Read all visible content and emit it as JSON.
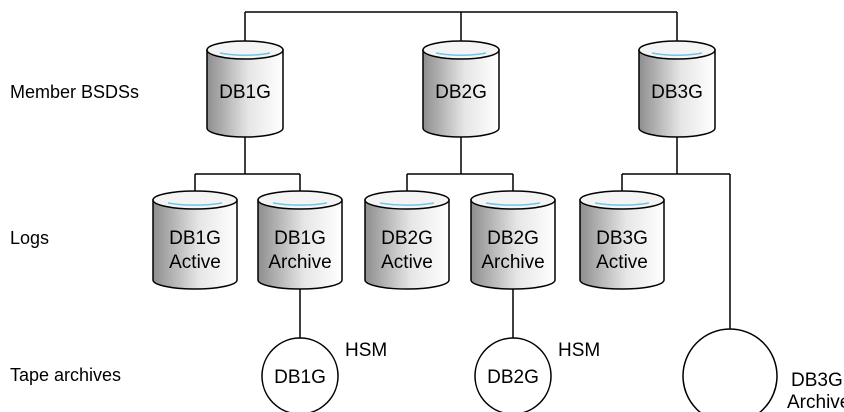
{
  "row_labels": {
    "member_bsds": "Member BSDSs",
    "logs": "Logs",
    "tape_archives": "Tape archives"
  },
  "bsds": [
    {
      "name": "DB1G"
    },
    {
      "name": "DB2G"
    },
    {
      "name": "DB3G"
    }
  ],
  "logs": [
    {
      "line1": "DB1G",
      "line2": "Active"
    },
    {
      "line1": "DB1G",
      "line2": "Archive"
    },
    {
      "line1": "DB2G",
      "line2": "Active"
    },
    {
      "line1": "DB2G",
      "line2": "Archive"
    },
    {
      "line1": "DB3G",
      "line2": "Active"
    }
  ],
  "tapes": [
    {
      "inner": "DB1G",
      "side1": "HSM",
      "side2": ""
    },
    {
      "inner": "DB2G",
      "side1": "HSM",
      "side2": ""
    },
    {
      "inner": "",
      "side1": "DB3G",
      "side2": "Archive"
    }
  ],
  "colors": {
    "cylinder_top": "#f4f4f4",
    "cylinder_body_dark": "#9a9a9a",
    "cylinder_body_light": "#ffffff",
    "accent_highlight": "#6fc6e6"
  }
}
